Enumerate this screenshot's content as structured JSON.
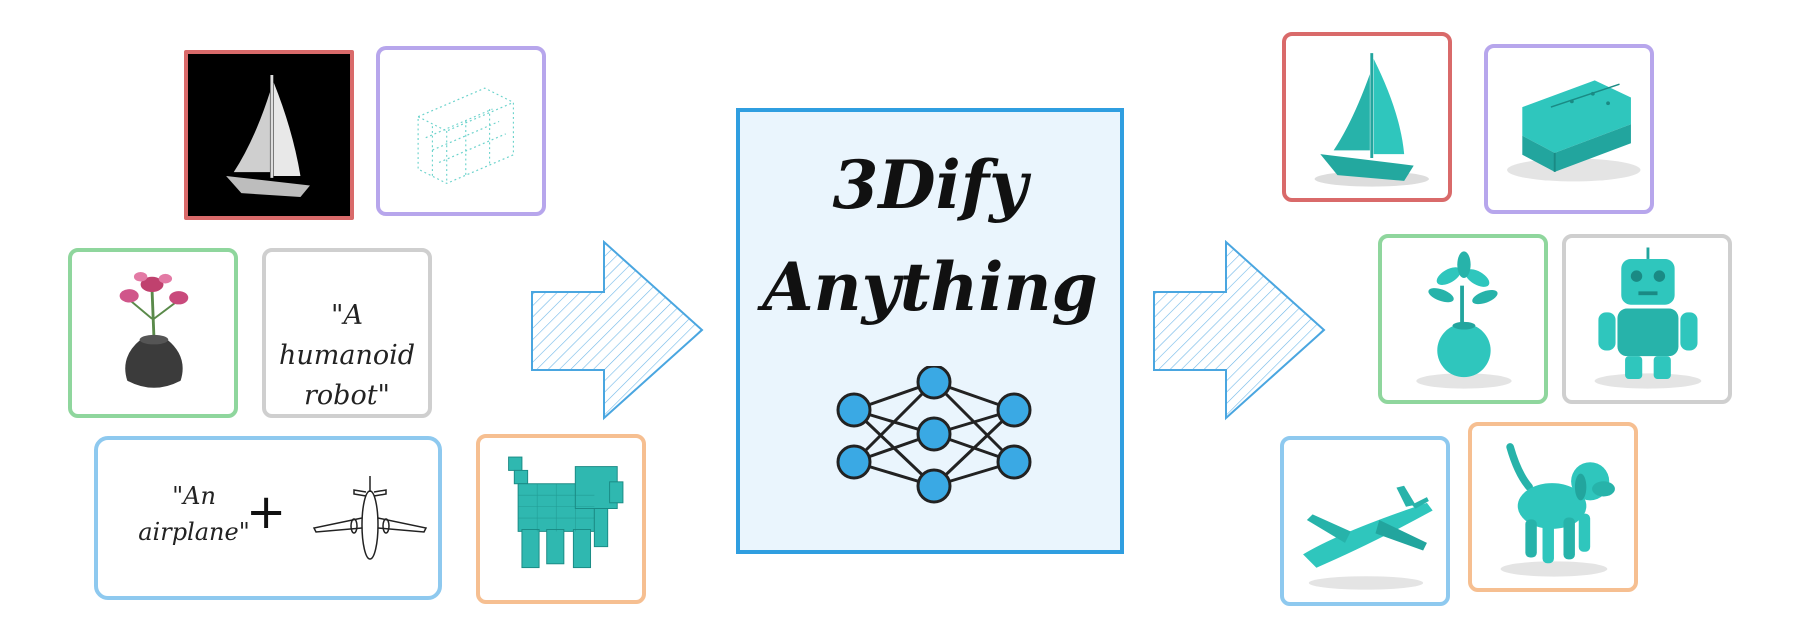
{
  "colors": {
    "red": "#d96a6a",
    "purple": "#b7a6ec",
    "green": "#8fd69d",
    "gray": "#cfcfcf",
    "blue": "#8ec9ef",
    "orange": "#f6bf91",
    "teal": "#2fc6bd",
    "center_border": "#2f9ee0",
    "center_fill": "#eaf5fd",
    "node": "#3aa9e4"
  },
  "center": {
    "title_line1": "3Dify",
    "title_line2": "Anything",
    "icon": "neural-network-icon"
  },
  "inputs": {
    "text_prompt": {
      "line1": "\"A humanoid",
      "line2": "robot\""
    },
    "combo": {
      "text_line1": "\"An",
      "text_line2": "airplane\"",
      "plus": "+"
    },
    "image_icon": "sailboat-image-icon",
    "pointcloud_icon": "sofa-pointcloud-icon",
    "photo_icon": "vase-flower-photo-icon",
    "sketch_icon": "airplane-sketch-icon",
    "voxel_icon": "voxel-dog-icon"
  },
  "outputs": {
    "icons": [
      "sailboat-3d-icon",
      "sofa-3d-icon",
      "plant-3d-icon",
      "robot-3d-icon",
      "airplane-3d-icon",
      "dog-3d-icon"
    ]
  }
}
